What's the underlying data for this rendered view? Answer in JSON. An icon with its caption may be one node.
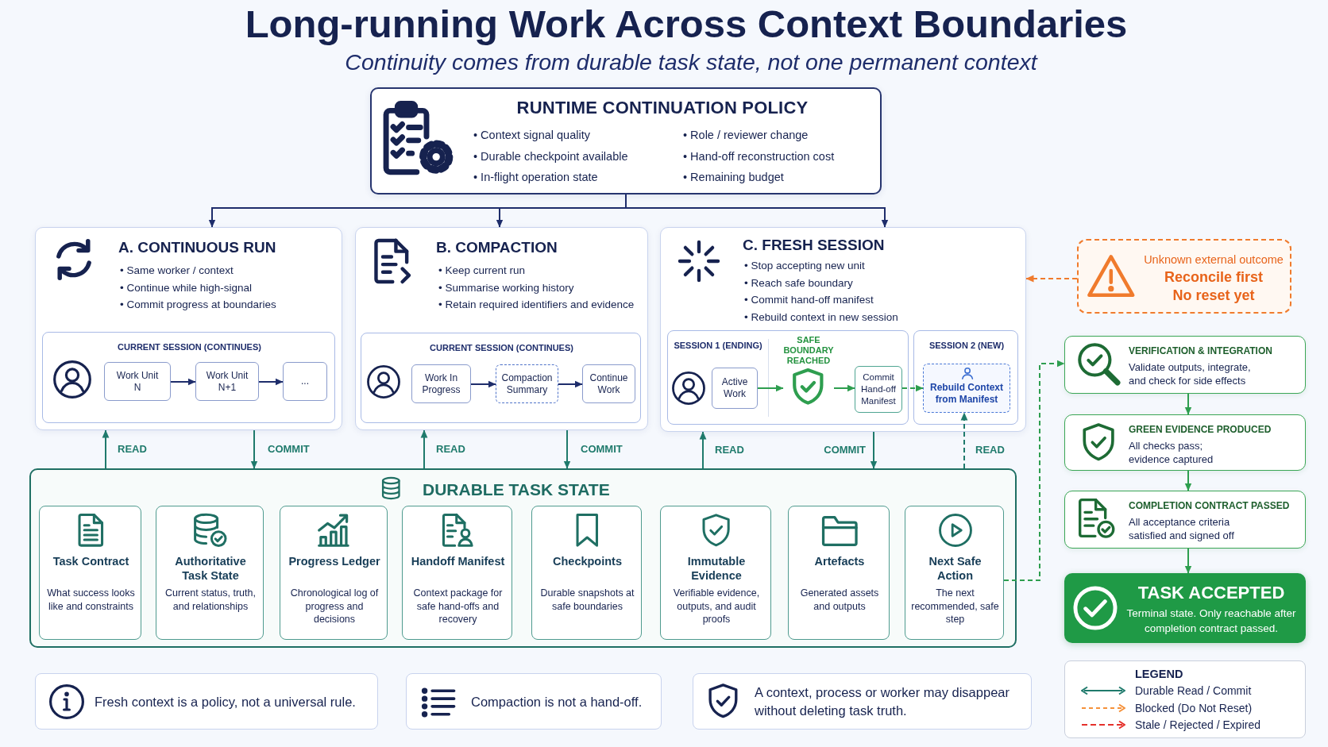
{
  "diagram": {
    "title": "Long-running Work Across Context Boundaries",
    "caption": "Continuity comes from durable task state, not one permanent context",
    "nodes": [
      {
        "text": [
          "RUNTIME CONTINUATION POLICY",
          "• Context signal quality",
          "• Durable checkpoint available",
          "• In-flight operation state",
          "• Role / reviewer change",
          "• Hand-off reconstruction cost",
          "• Remaining budget"
        ]
      },
      {
        "text": [
          "A. CONTINUOUS RUN",
          "• Same worker / context",
          "• Continue while high-signal",
          "• Commit progress at boundaries"
        ]
      },
      {
        "text": [
          "CURRENT SESSION (CONTINUES)"
        ],
        "in": 1
      },
      {
        "text": [
          "Work Unit N"
        ],
        "in": 2
      },
      {
        "text": [
          "Work Unit N+1"
        ],
        "in": 2
      },
      {
        "text": [
          "..."
        ],
        "in": 2
      },
      {
        "text": [
          "B. COMPACTION",
          "• Keep current run",
          "• Summarise working history",
          "• Retain required identifiers and evidence"
        ]
      },
      {
        "text": [
          "CURRENT SESSION (CONTINUES)"
        ],
        "in": 6
      },
      {
        "text": [
          "Work In Progress"
        ],
        "in": 7
      },
      {
        "text": [
          "Compaction Summary"
        ],
        "in": 7
      },
      {
        "text": [
          "Continue Work"
        ],
        "in": 7
      },
      {
        "text": [
          "C. FRESH SESSION",
          "• Stop accepting new unit",
          "• Reach safe boundary",
          "• Commit hand-off manifest",
          "• Rebuild context in new session"
        ]
      },
      {
        "text": [
          "SESSION 1 (ENDING)"
        ],
        "in": 11
      },
      {
        "text": [
          "Active Work"
        ],
        "in": 12
      },
      {
        "text": [
          "SAFE BOUNDARY REACHED"
        ],
        "in": 12
      },
      {
        "text": [
          "Commit Hand-off Manifest"
        ],
        "in": 12
      },
      {
        "text": [
          "SESSION 2 (NEW)"
        ],
        "in": 11
      },
      {
        "text": [
          "Rebuild Context from Manifest"
        ],
        "in": 16
      },
      {
        "text": [
          "Unknown external outcome",
          "Reconcile first",
          "No reset yet"
        ]
      },
      {
        "text": [
          "VERIFICATION & INTEGRATION",
          "Validate outputs, integrate, and check for side effects"
        ]
      },
      {
        "text": [
          "GREEN EVIDENCE PRODUCED",
          "All checks pass; evidence captured"
        ]
      },
      {
        "text": [
          "COMPLETION CONTRACT PASSED",
          "All acceptance criteria satisfied and signed off"
        ]
      },
      {
        "text": [
          "TASK ACCEPTED",
          "Terminal state. Only reachable after completion contract passed."
        ]
      },
      {
        "text": [
          "DURABLE TASK STATE"
        ]
      },
      {
        "text": [
          "Task Contract",
          "What success looks like and constraints"
        ],
        "in": 23
      },
      {
        "text": [
          "Authoritative Task State",
          "Current status, truth, and relationships"
        ],
        "in": 23
      },
      {
        "text": [
          "Progress Ledger",
          "Chronological log of progress and decisions"
        ],
        "in": 23
      },
      {
        "text": [
          "Handoff Manifest",
          "Context package for safe hand-offs and recovery"
        ],
        "in": 23
      },
      {
        "text": [
          "Checkpoints",
          "Durable snapshots at safe boundaries"
        ],
        "in": 23
      },
      {
        "text": [
          "Immutable Evidence",
          "Verifiable evidence, outputs, and audit proofs"
        ],
        "in": 23
      },
      {
        "text": [
          "Artefacts",
          "Generated assets and outputs"
        ],
        "in": 23
      },
      {
        "text": [
          "Next Safe Action",
          "The next recommended, safe step"
        ],
        "in": 23
      },
      {
        "text": [
          "Fresh context is a policy, not a universal rule."
        ]
      },
      {
        "text": [
          "Compaction is not a hand-off."
        ]
      },
      {
        "text": [
          "A context, process or worker may disappear without deleting task truth."
        ]
      }
    ],
    "edges": [
      {
        "from": 0,
        "to": 1,
        "arrow": "to"
      },
      {
        "from": 0,
        "to": 6,
        "arrow": "to"
      },
      {
        "from": 0,
        "to": 11,
        "arrow": "to"
      },
      {
        "from": 3,
        "to": 4,
        "arrow": "to"
      },
      {
        "from": 4,
        "to": 5,
        "arrow": "to"
      },
      {
        "from": 8,
        "to": 9,
        "arrow": "to"
      },
      {
        "from": 9,
        "to": 10,
        "arrow": "to"
      },
      {
        "from": 13,
        "to": 14,
        "arrow": "to",
        "color": "#2e9e4f"
      },
      {
        "from": 14,
        "to": 15,
        "arrow": "to",
        "color": "#2e9e4f"
      },
      {
        "from": 15,
        "to": 17,
        "arrow": "to",
        "style": "dashed",
        "color": "#2e9e4f"
      },
      {
        "from": 18,
        "to": 11,
        "arrow": "to",
        "style": "dashed",
        "color": "#f07b2d"
      },
      {
        "from": 23,
        "to": 1,
        "arrow": "to",
        "label": "READ",
        "color": "#1f7a6c"
      },
      {
        "from": 1,
        "to": 23,
        "arrow": "to",
        "label": "COMMIT",
        "color": "#1f7a6c"
      },
      {
        "from": 23,
        "to": 6,
        "arrow": "to",
        "label": "READ",
        "color": "#1f7a6c"
      },
      {
        "from": 6,
        "to": 23,
        "arrow": "to",
        "label": "COMMIT",
        "color": "#1f7a6c"
      },
      {
        "from": 23,
        "to": 11,
        "arrow": "to",
        "label": "READ",
        "color": "#1f7a6c"
      },
      {
        "from": 11,
        "to": 23,
        "arrow": "to",
        "label": "COMMIT",
        "color": "#1f7a6c"
      },
      {
        "from": 23,
        "to": 17,
        "arrow": "to",
        "label": "READ",
        "style": "dashed",
        "color": "#1f7a6c"
      },
      {
        "from": 31,
        "to": 19,
        "arrow": "to",
        "style": "dashed",
        "color": "#2e9e4f"
      },
      {
        "from": 19,
        "to": 20,
        "arrow": "to",
        "color": "#2e9e4f"
      },
      {
        "from": 20,
        "to": 21,
        "arrow": "to",
        "color": "#2e9e4f"
      },
      {
        "from": 21,
        "to": 22,
        "arrow": "to",
        "color": "#2e9e4f"
      }
    ],
    "labels": [
      "LEGEND"
    ],
    "legend": [
      {
        "text": "Durable Read / Commit"
      },
      {
        "text": "Blocked (Do Not Reset)"
      },
      {
        "text": "Stale / Rejected / Expired"
      }
    ]
  }
}
